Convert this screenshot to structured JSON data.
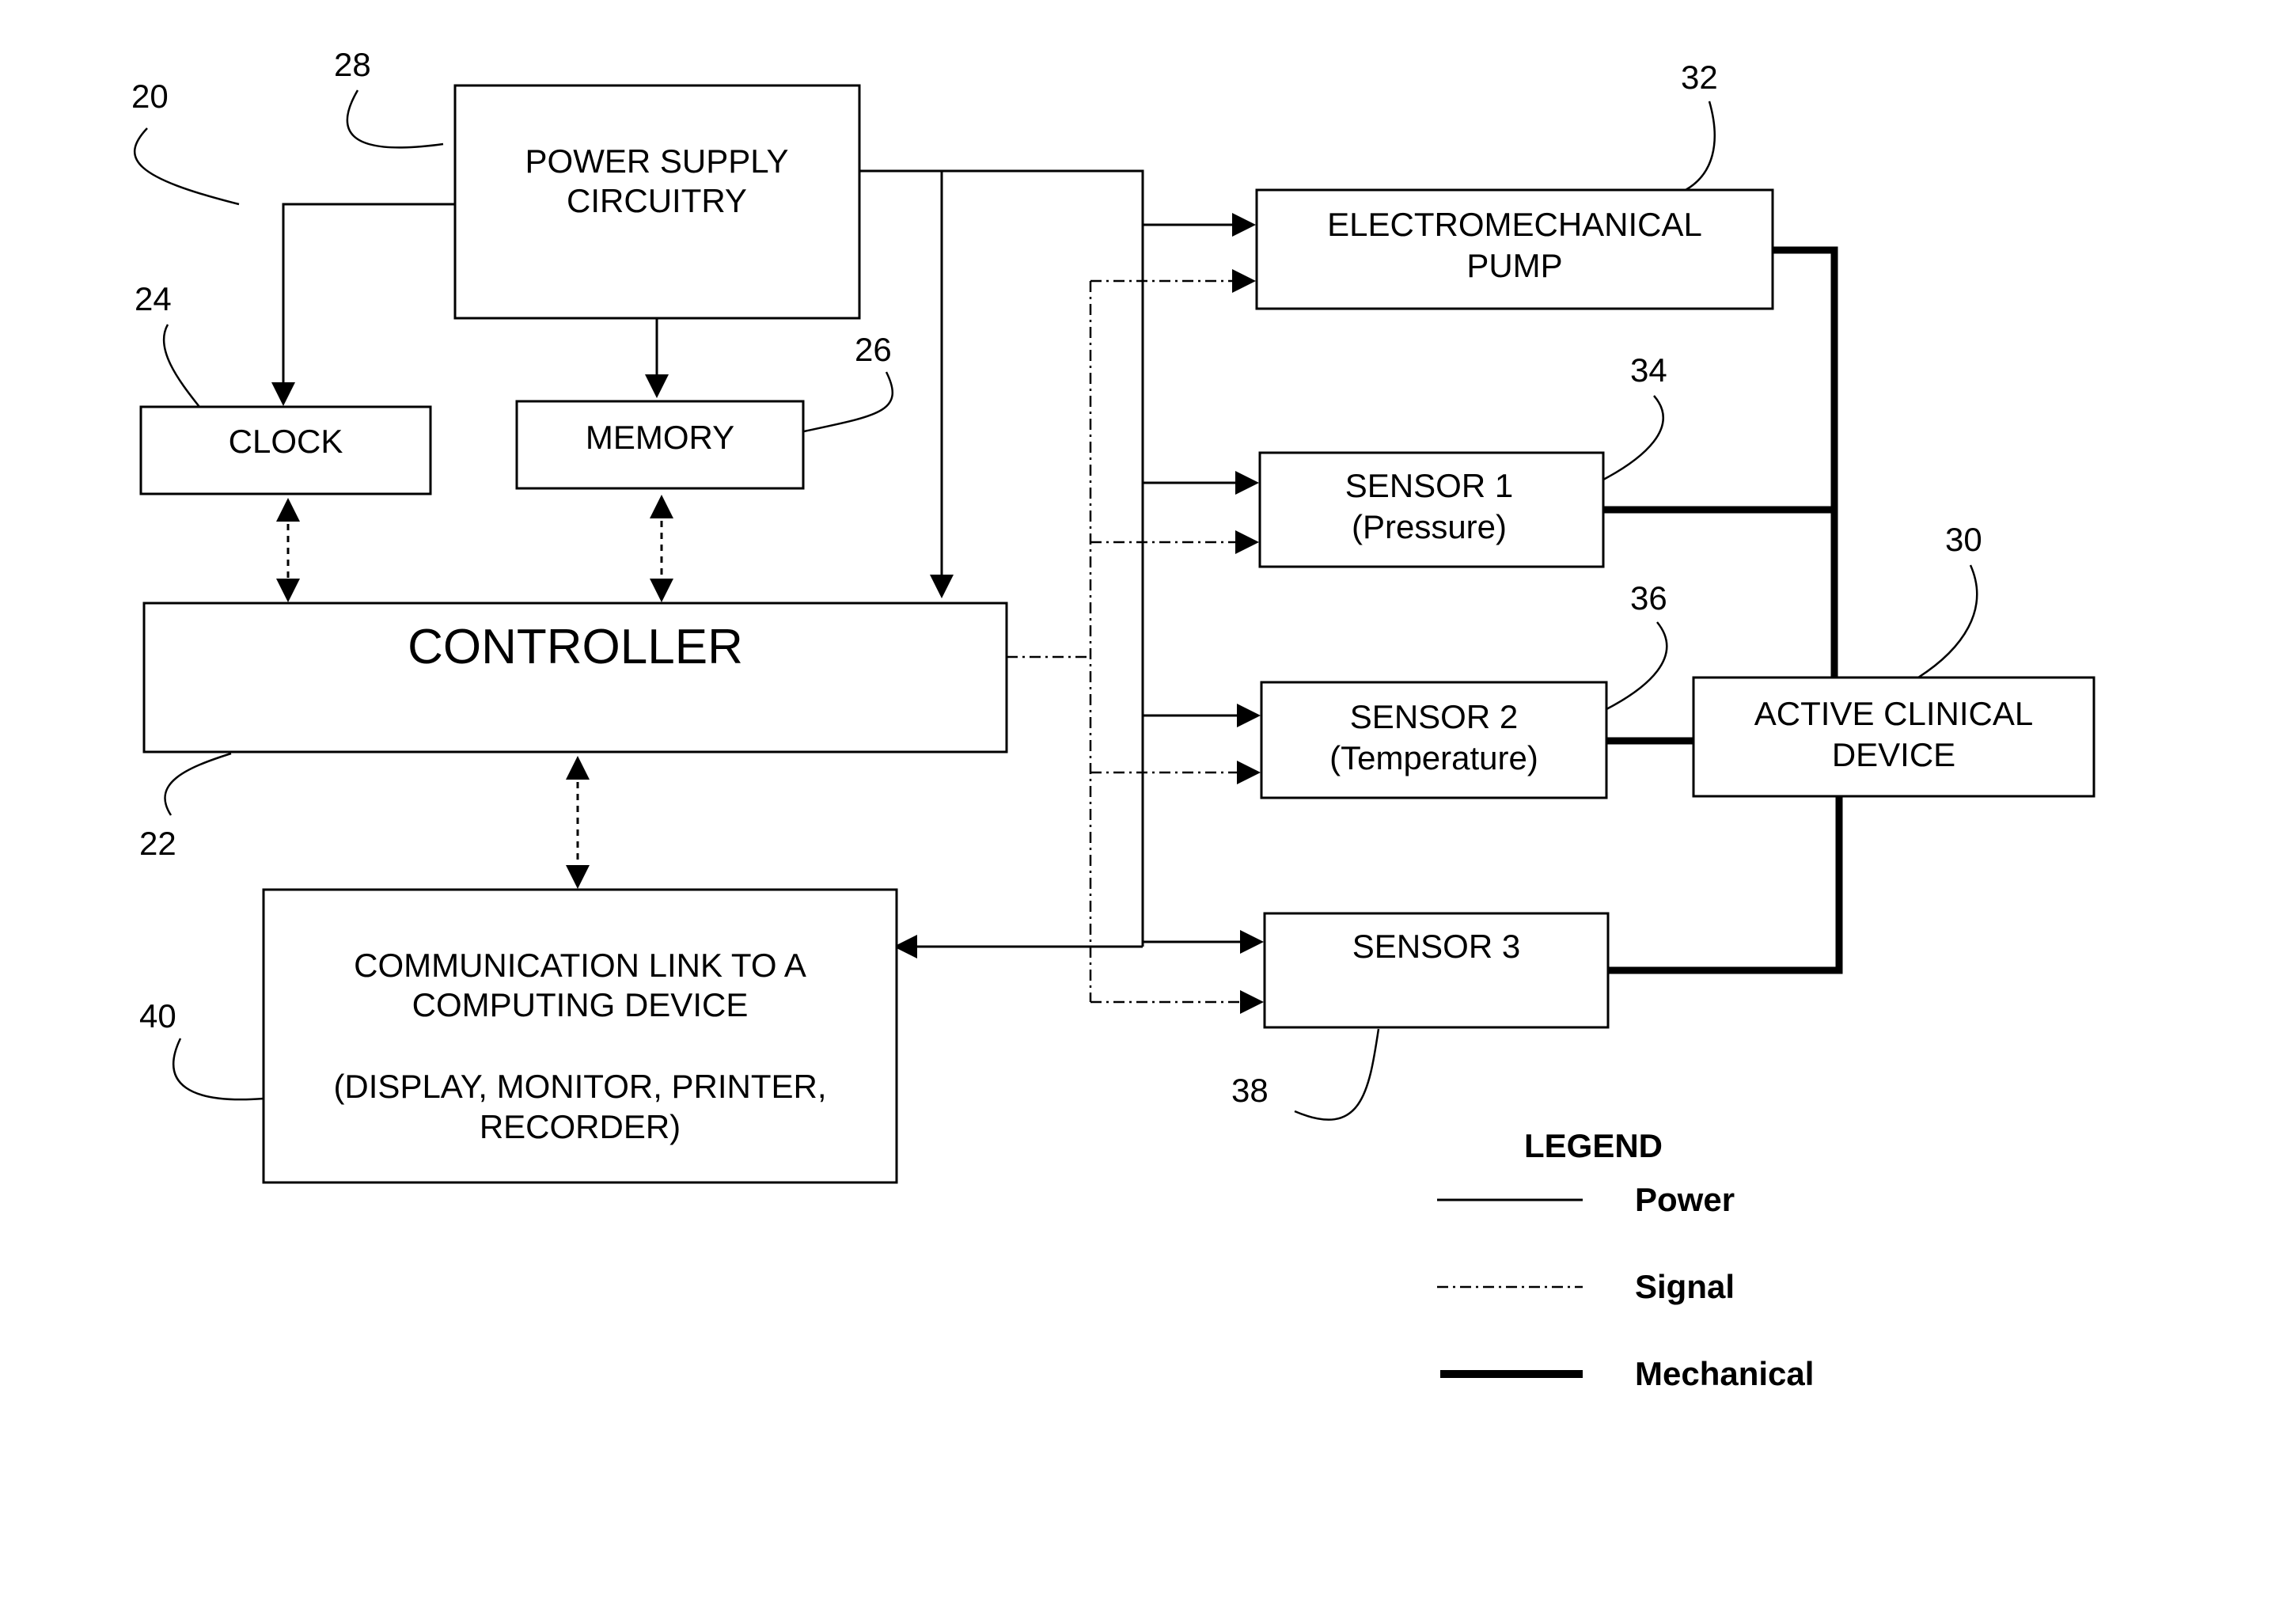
{
  "blocks": {
    "power_supply": {
      "line1": "POWER SUPPLY",
      "line2": "CIRCUITRY",
      "ref": "28"
    },
    "clock": {
      "label": "CLOCK",
      "ref": "24"
    },
    "memory": {
      "label": "MEMORY",
      "ref": "26"
    },
    "controller": {
      "label": "CONTROLLER",
      "ref": "22"
    },
    "comm_link": {
      "line1": "COMMUNICATION LINK TO A",
      "line2": "COMPUTING DEVICE",
      "line3": "(DISPLAY, MONITOR, PRINTER,",
      "line4": "RECORDER)",
      "ref": "40"
    },
    "pump": {
      "line1": "ELECTROMECHANICAL",
      "line2": "PUMP",
      "ref": "32"
    },
    "sensor1": {
      "line1": "SENSOR 1",
      "line2": "(Pressure)",
      "ref": "34"
    },
    "sensor2": {
      "line1": "SENSOR 2",
      "line2": "(Temperature)",
      "ref": "36"
    },
    "sensor3": {
      "line1": "SENSOR 3",
      "ref": "38"
    },
    "active_device": {
      "line1": "ACTIVE CLINICAL",
      "line2": "DEVICE",
      "ref": "30"
    }
  },
  "system_ref": "20",
  "legend": {
    "title": "LEGEND",
    "items": [
      {
        "label": "Power",
        "style": "solid"
      },
      {
        "label": "Signal",
        "style": "dash-dot"
      },
      {
        "label": "Mechanical",
        "style": "thick"
      }
    ]
  },
  "colors": {
    "line": "#000000",
    "background": "#ffffff"
  }
}
